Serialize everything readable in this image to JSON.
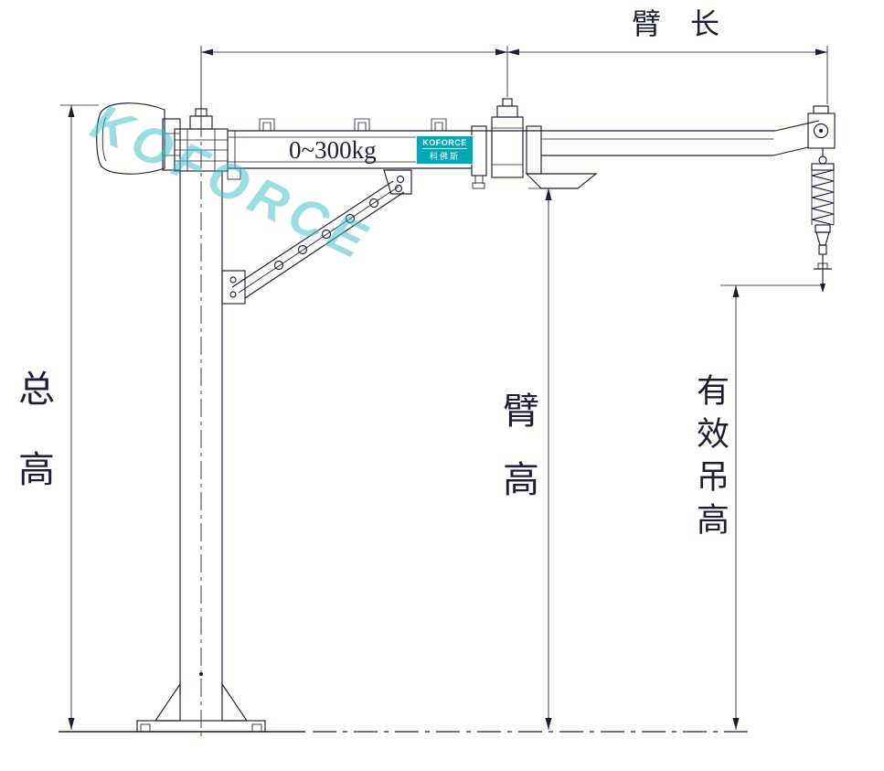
{
  "meta": {
    "background": "#ffffff",
    "line_color": "#1d1d3a",
    "accent_color": "#00a9b6",
    "watermark_color": "#3fbfca"
  },
  "annotations": {
    "arm_length": {
      "label": "臂 长"
    },
    "total_height": {
      "label": "总高"
    },
    "arm_height": {
      "label": "臂高"
    },
    "effective_lifting_height": {
      "label": "有效吊高"
    },
    "capacity": {
      "label": "0~300kg"
    }
  },
  "branding": {
    "watermark": "KOFORCE",
    "badge": {
      "name": "KOFORCE",
      "subtitle": "科佛斯"
    }
  }
}
